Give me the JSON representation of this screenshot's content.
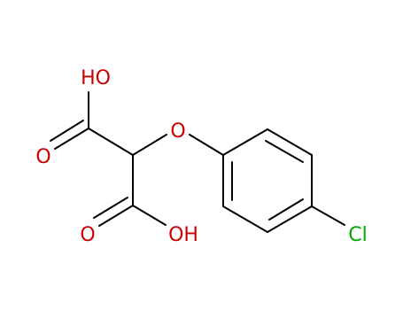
{
  "molecule": {
    "atoms": {
      "oh_top": {
        "label": "HO",
        "color": "#cc0000"
      },
      "o_carbonyl_top": {
        "label": "O",
        "color": "#cc0000"
      },
      "o_ether": {
        "label": "O",
        "color": "#cc0000"
      },
      "o_carbonyl_bottom": {
        "label": "O",
        "color": "#cc0000"
      },
      "oh_bottom": {
        "label": "OH",
        "color": "#cc0000"
      },
      "cl": {
        "label": "Cl",
        "color": "#00aa00"
      }
    },
    "bond_color": "#000000"
  }
}
